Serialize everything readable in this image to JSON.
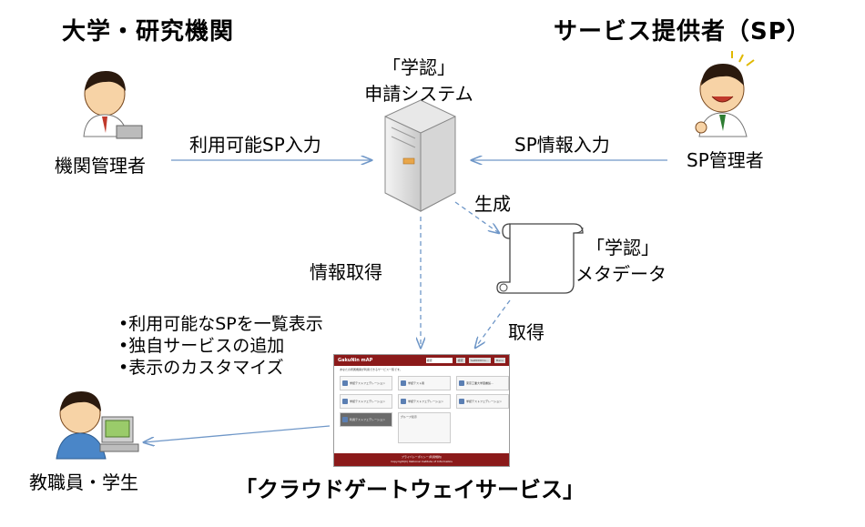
{
  "headings": {
    "left": "大学・研究機関",
    "right": "サービス提供者（SP）"
  },
  "nodes": {
    "system_line1": "「学認」",
    "system_line2": "申請システム",
    "institution_admin": "機関管理者",
    "sp_admin": "SP管理者",
    "metadata_line1": "「学認」",
    "metadata_line2": "メタデータ",
    "staff_students": "教職員・学生",
    "cloud_gateway": "「クラウドゲートウェイサービス」"
  },
  "edges": {
    "available_sp_input": "利用可能SP入力",
    "sp_info_input": "SP情報入力",
    "generate": "生成",
    "info_get": "情報取得",
    "get": "取得"
  },
  "features": [
    "•利用可能なSPを一覧表示",
    "•独自サービスの追加",
    "•表示のカスタマイズ"
  ],
  "screenshot": {
    "title": "GakuNin mAP",
    "search_placeholder": "検索",
    "search_button": "検索",
    "user": "test00001u...",
    "menu": "Menu",
    "description": "あなたの所属機関が利用できるサービス一覧です。",
    "cards": [
      "学認テストフェデレーション",
      "学認テスト用",
      "東京工業大学図書館…",
      "学認テストフェデレーション",
      "学認テストフェデレーション",
      "学認テストフェデレーション",
      "利用テストフェデレーション",
      "グループ表示"
    ],
    "footer_line1": "プライバシーポリシー(利用規約)",
    "footer_line2": "Copyright(C) National Institute of Informatics"
  },
  "colors": {
    "arrow": "#6f97c8",
    "screenshot_bar": "#8b1a1a"
  }
}
